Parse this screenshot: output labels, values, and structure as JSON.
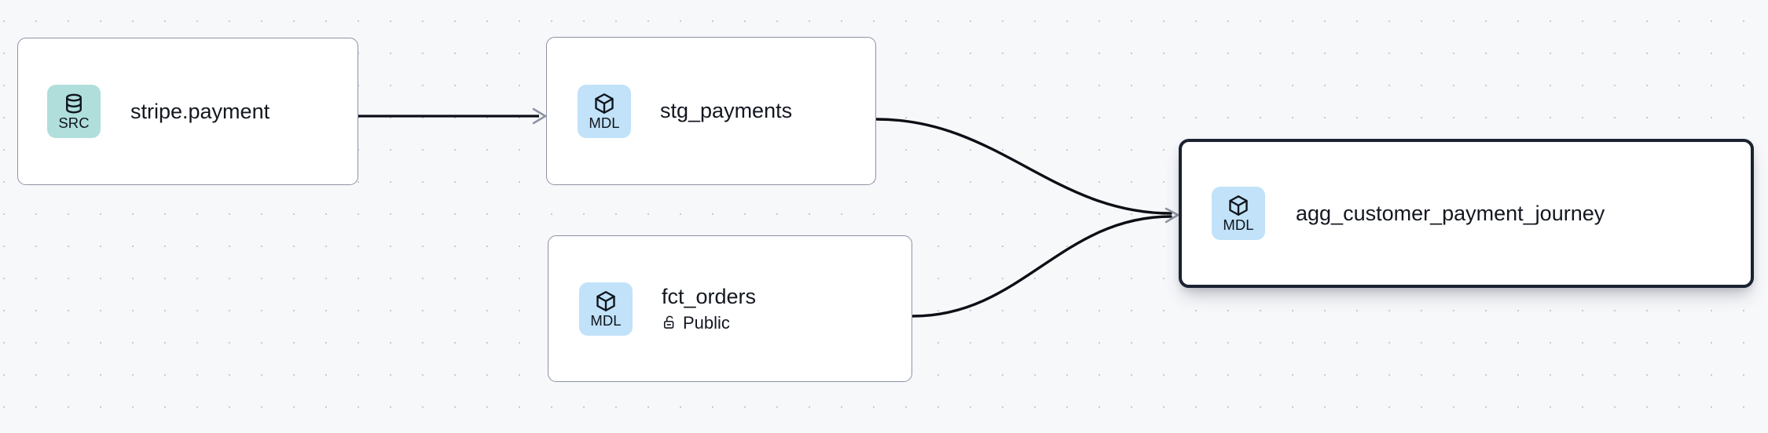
{
  "canvas": {
    "background_color": "#f7f8fa",
    "grid_dot_color": "#c9cbd4",
    "grid_spacing": "41"
  },
  "palette": {
    "source_badge": "#b0dfdb",
    "model_badge": "#c1e2f8",
    "node_border": "#8e91a5",
    "selected_border": "#1b2231",
    "edge_stroke": "#0c0f16",
    "arrow_head": "#8e94a3",
    "text": "#13171f"
  },
  "graph": {
    "nodes": [
      {
        "id": "stripe-payment",
        "title": "stripe.payment",
        "badge_label": "SRC",
        "badge_type": "source",
        "badge_icon": "database-icon",
        "selected": false,
        "meta": null
      },
      {
        "id": "stg-payments",
        "title": "stg_payments",
        "badge_label": "MDL",
        "badge_type": "model",
        "badge_icon": "cube-icon",
        "selected": false,
        "meta": null
      },
      {
        "id": "fct-orders",
        "title": "fct_orders",
        "badge_label": "MDL",
        "badge_type": "model",
        "badge_icon": "cube-icon",
        "selected": false,
        "meta": {
          "icon": "unlock-icon",
          "label": "Public"
        }
      },
      {
        "id": "agg-customer-payment-journey",
        "title": "agg_customer_payment_journey",
        "badge_label": "MDL",
        "badge_type": "model",
        "badge_icon": "cube-icon",
        "selected": true,
        "meta": null
      }
    ],
    "edges": [
      {
        "id": "edge-stripe-to-stg",
        "from": "stripe-payment",
        "to": "stg-payments",
        "shape": "straight"
      },
      {
        "id": "edge-stg-to-agg",
        "from": "stg-payments",
        "to": "agg-customer-payment-journey",
        "shape": "bezier"
      },
      {
        "id": "edge-fct-to-agg",
        "from": "fct-orders",
        "to": "agg-customer-payment-journey",
        "shape": "bezier"
      }
    ]
  }
}
